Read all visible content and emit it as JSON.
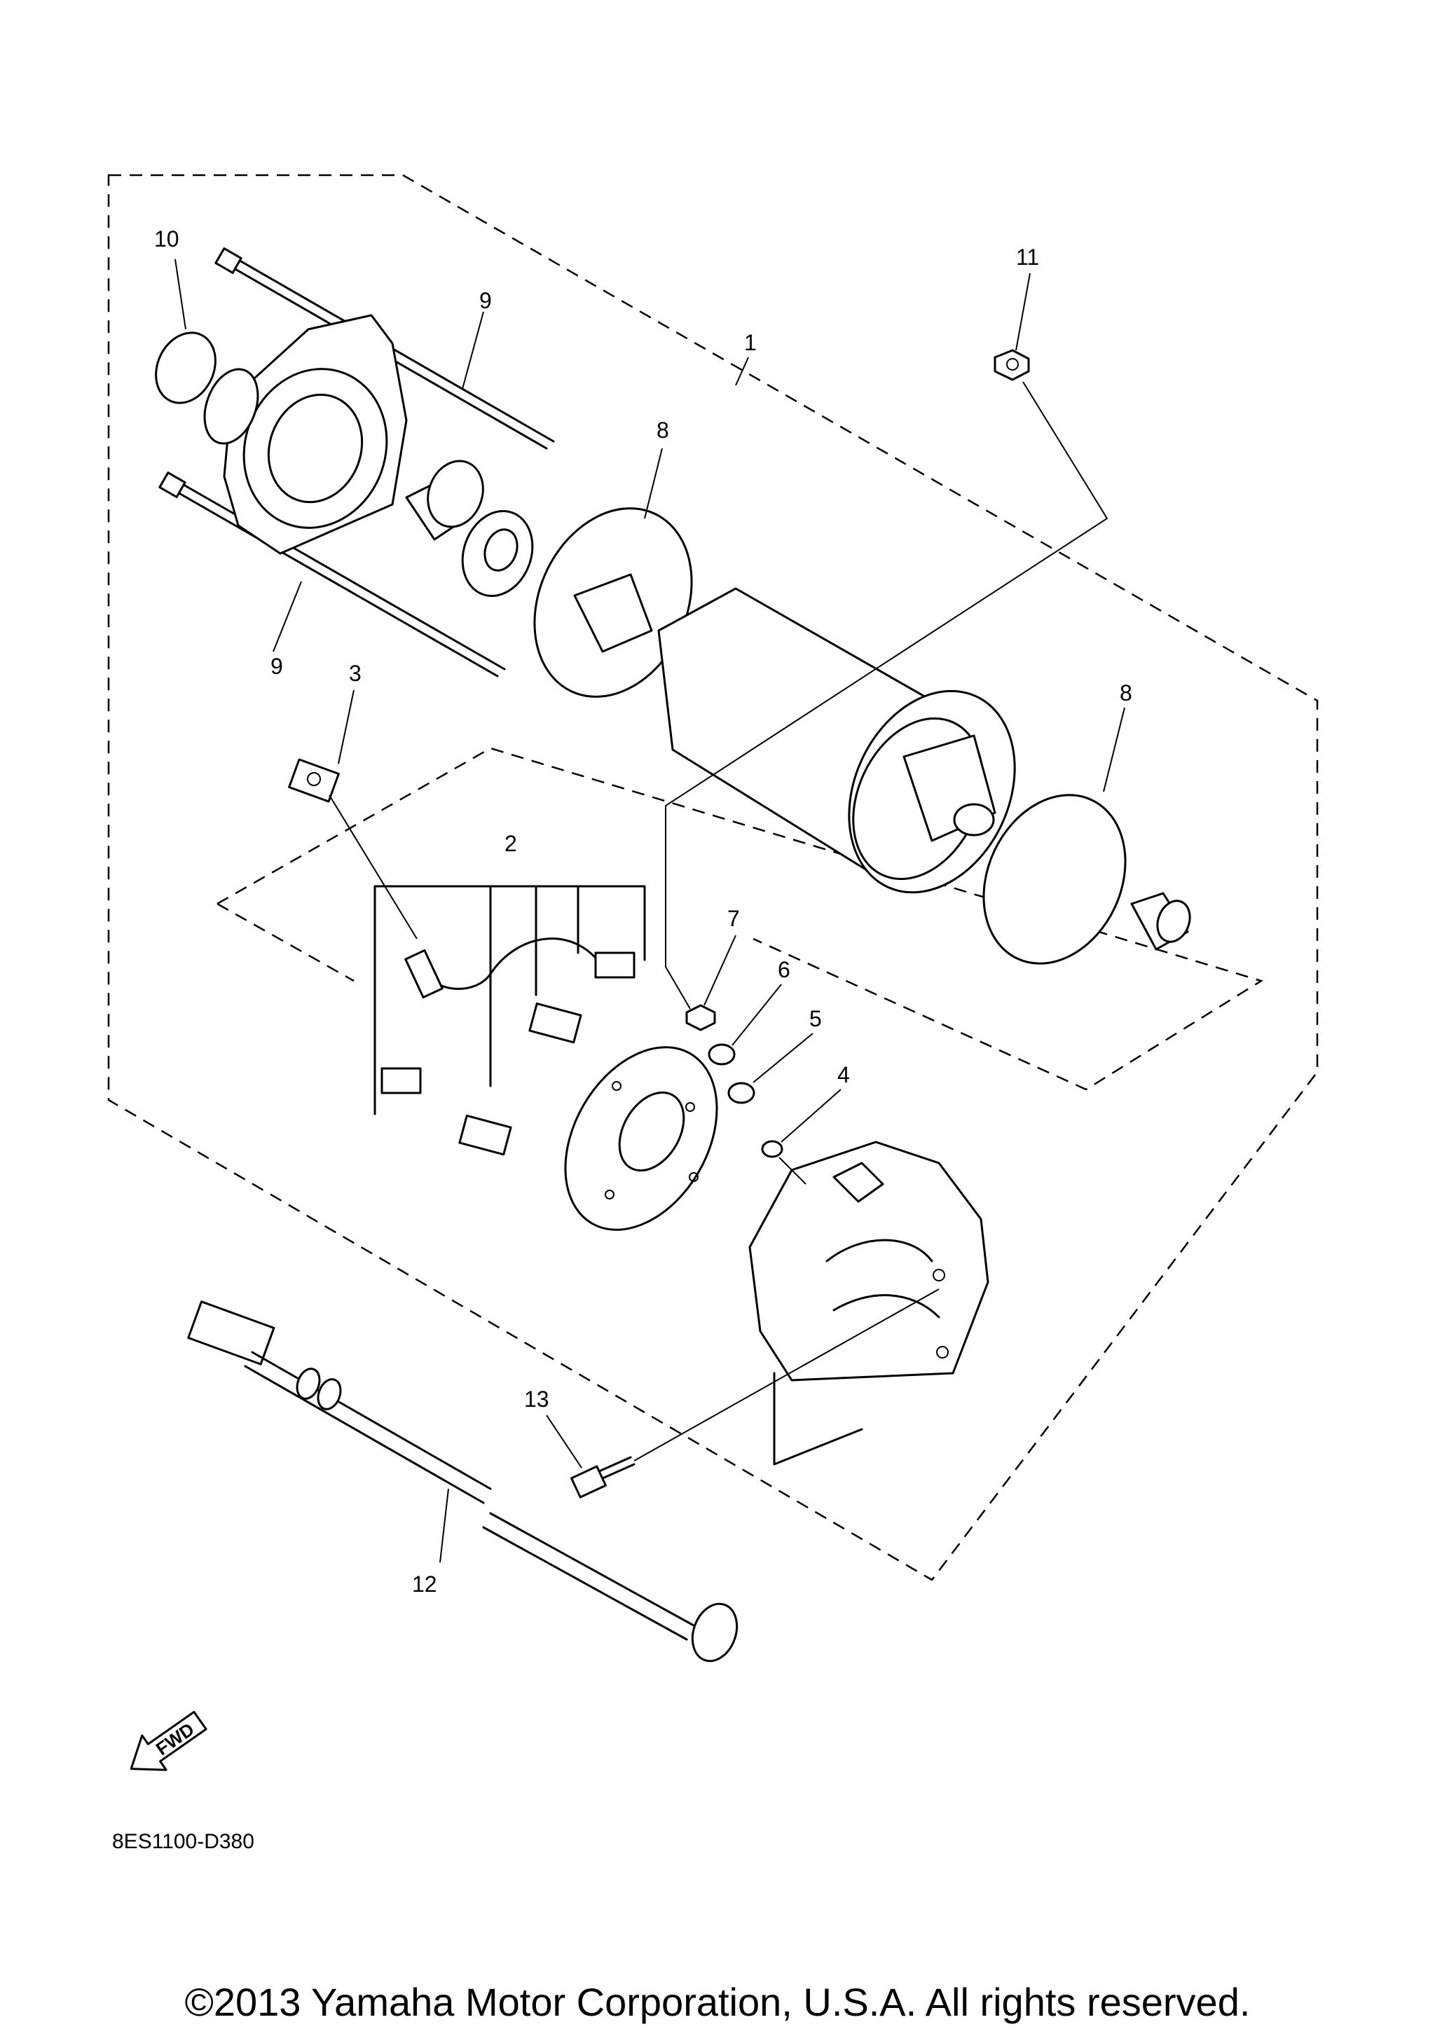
{
  "callouts": {
    "c1": "1",
    "c2": "2",
    "c3": "3",
    "c4": "4",
    "c5": "5",
    "c6": "6",
    "c7": "7",
    "c8a": "8",
    "c8b": "8",
    "c9a": "9",
    "c9b": "9",
    "c10": "10",
    "c11": "11",
    "c12": "12",
    "c13": "13"
  },
  "fwd_label": "FWD",
  "drawing_code": "8ES1100-D380",
  "copyright": "©2013 Yamaha Motor Corporation, U.S.A. All rights reserved."
}
